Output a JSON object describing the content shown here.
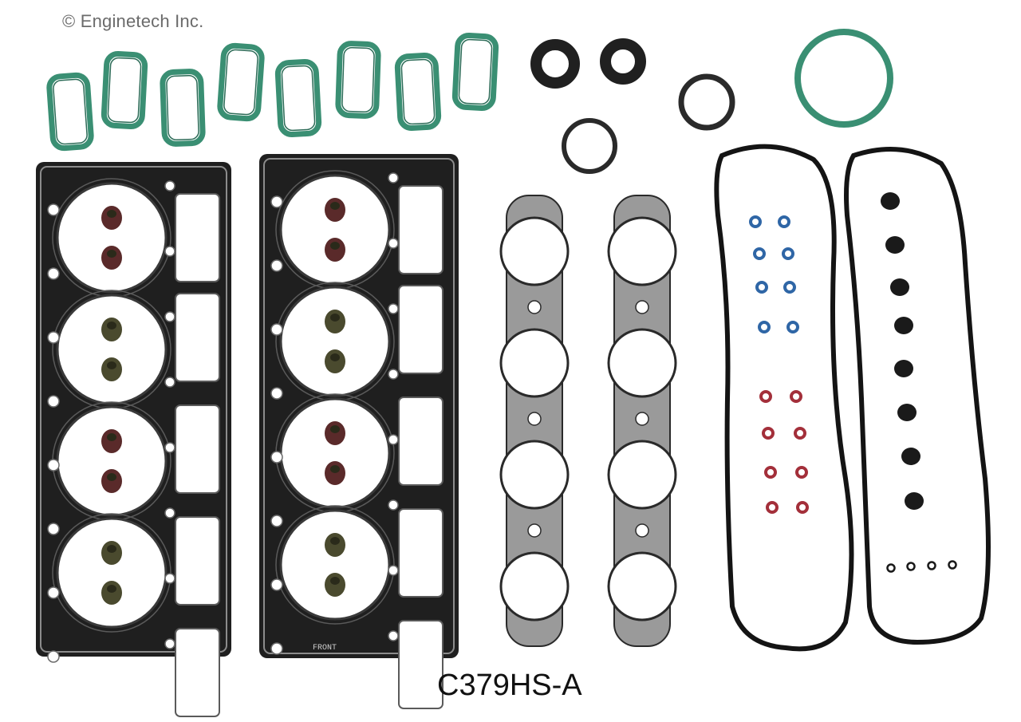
{
  "watermark": {
    "text": "© Enginetech Inc."
  },
  "part_number": {
    "text": "C379HS-A"
  },
  "head_gasket_stamps": {
    "front": "FRONT"
  },
  "colors": {
    "intake_seal": "#3a8f73",
    "gasket_dark": "#1f1f1f",
    "gasket_steel": "#8c8c8c",
    "exhaust_gasket": "#9a9a9a",
    "valve_seal": "#4a4a2e",
    "valve_seal_red": "#5a2a2a",
    "oring_blue": "#2f66a6",
    "oring_red": "#a32f3a",
    "grommet": "#1a1a1a"
  }
}
